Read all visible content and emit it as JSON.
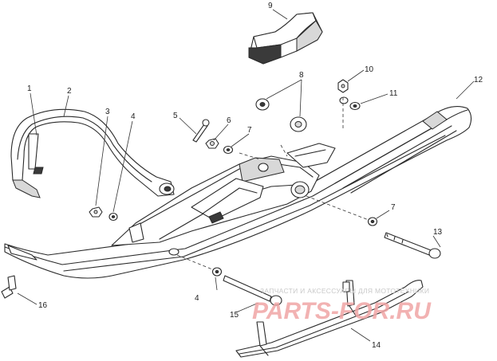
{
  "part_labels": {
    "n1": "1",
    "n2": "2",
    "n3": "3",
    "n4a": "4",
    "n4b": "4",
    "n5": "5",
    "n6": "6",
    "n7a": "7",
    "n7b": "7",
    "n8": "8",
    "n9": "9",
    "n10": "10",
    "n11": "11",
    "n12": "12",
    "n13": "13",
    "n14": "14",
    "n15": "15",
    "n16": "16"
  },
  "watermark": {
    "tagline": "ЗАПЧАСТИ И АКСЕССУАРЫ ДЛЯ МОТОТЕХНИКИ",
    "brand": "PARTS-FOR.RU"
  }
}
